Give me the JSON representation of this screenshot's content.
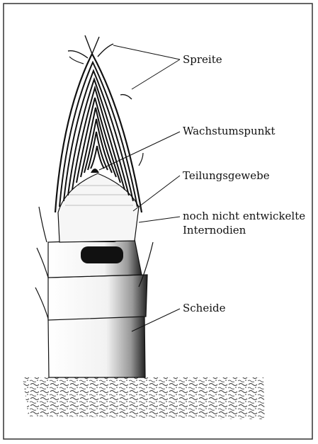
{
  "labels": {
    "spreite": "Spreite",
    "wachstumspunkt": "Wachstumspunkt",
    "teilungsgewebe": "Teilungsgewebe",
    "internodien_line1": "noch nicht entwickelte",
    "internodien_line2": "Internodien",
    "scheide": "Scheide"
  },
  "colors": {
    "ink": "#111111",
    "paper": "#ffffff",
    "border": "#333333"
  }
}
